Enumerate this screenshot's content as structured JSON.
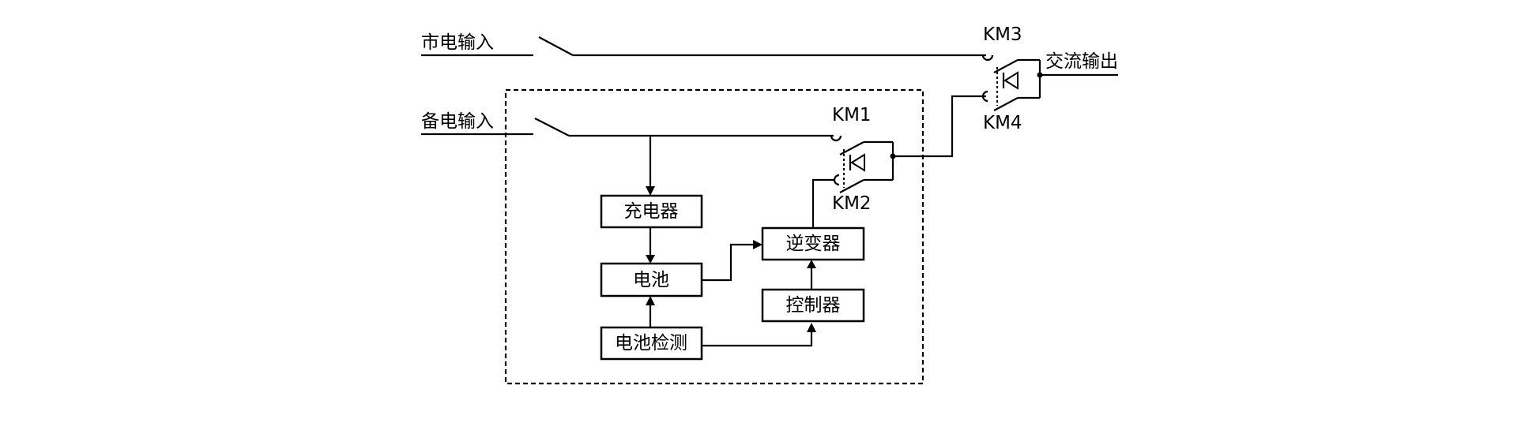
{
  "inputs": {
    "mains": "市电输入",
    "backup": "备电输入"
  },
  "output": "交流输出",
  "contactors": {
    "km1": "KM1",
    "km2": "KM2",
    "km3": "KM3",
    "km4": "KM4"
  },
  "blocks": {
    "charger": "充电器",
    "battery": "电池",
    "battery_monitor": "电池检测",
    "inverter": "逆变器",
    "controller": "控制器"
  }
}
